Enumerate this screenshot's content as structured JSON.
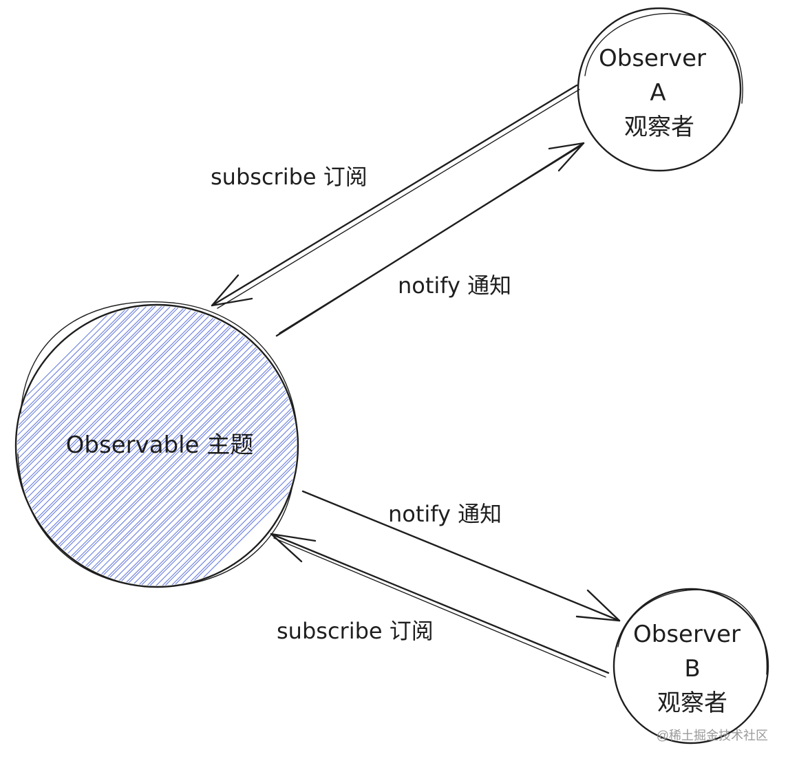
{
  "nodes": {
    "subject": {
      "label": "Observable 主题",
      "hatch_color": "#4a63d8"
    },
    "observer_a": {
      "line1": "Observer",
      "line2": "A",
      "line3": "观察者"
    },
    "observer_b": {
      "line1": "Observer",
      "line2": "B",
      "line3": "观察者"
    }
  },
  "edges": {
    "a_subscribe": {
      "label": "subscribe 订阅"
    },
    "a_notify": {
      "label": "notify 通知"
    },
    "b_notify": {
      "label": "notify 通知"
    },
    "b_subscribe": {
      "label": "subscribe 订阅"
    }
  },
  "watermark": {
    "text": "@稀土掘金技术社区"
  },
  "colors": {
    "ink": "#1e1e1e",
    "hatch": "#4a63d8",
    "watermark": "#9a9a9a"
  }
}
